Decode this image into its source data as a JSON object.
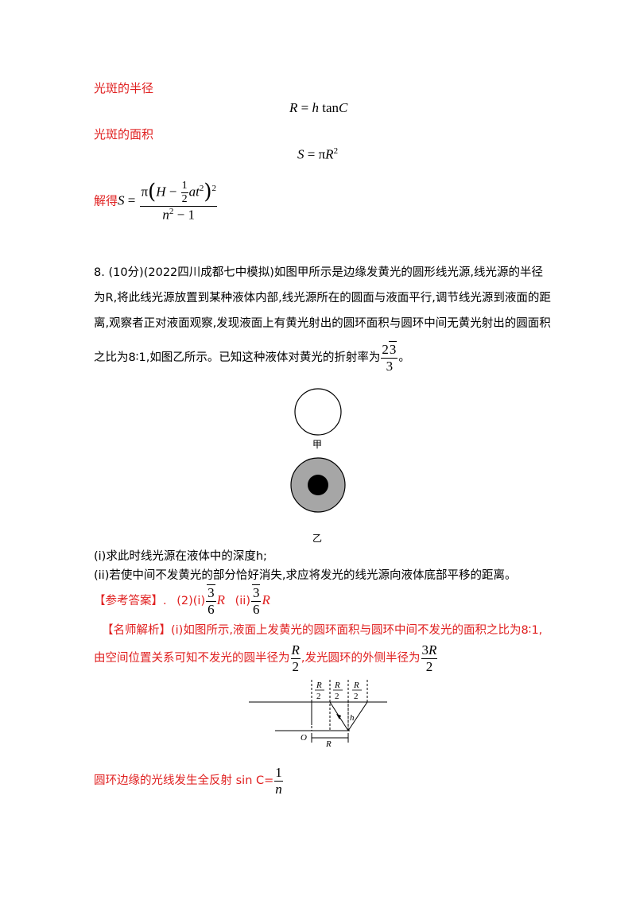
{
  "solution_prev": {
    "radius_label": "光斑的半径",
    "area_label": "光斑的面积",
    "solve_label": "解得"
  },
  "problem": {
    "line1": "8.  (10分)(2022四川成都七中模拟)如图甲所示是边缘发黄光的圆形线光源,线光源的半径",
    "line2": "为R,将此线光源放置到某种液体内部,线光源所在的圆面与液面平行,调节线光源到液面的距",
    "line3": "离,观察者正对液面观察,发现液面上有黄光射出的圆环面积与圆环中间无黄光射出的圆面积",
    "line4_prefix": "之比为8∶1,如图乙所示。已知这种液体对黄光的折射率为",
    "line4_suffix": "。",
    "fig_label_jia": "甲",
    "fig_label_yi": "乙",
    "q1": "(i)求此时线光源在液体中的深度h;",
    "q2": "(ii)若使中间不发黄光的部分恰好消失,求应将发光的线光源向液体底部平移的距离。"
  },
  "answer": {
    "label": "【参考答案】.",
    "part_i": "(2)(i)",
    "part_ii": "(ii)"
  },
  "analysis": {
    "label": "【名师解析】",
    "line1": "(i)如图所示,液面上发黄光的圆环面积与圆环中间不发光的面积之比为8∶1,",
    "line2_prefix": "由空间位置关系可知不发光的圆半径为",
    "line2_mid": ",发光圆环的外侧半径为",
    "diagram_labels": {
      "o": "O",
      "r": "R",
      "h": "h",
      "r2": "R",
      "two": "2"
    },
    "line3": "圆环边缘的光线发生全反射 sin C="
  }
}
